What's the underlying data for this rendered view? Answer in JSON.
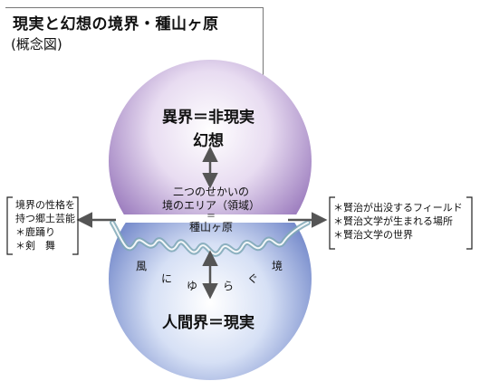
{
  "header": {
    "title": "現実と幻想の境界・種山ヶ原",
    "subtitle": "(概念図)"
  },
  "diagram": {
    "upper_sphere": {
      "name": "異界＝非現実",
      "sub": "幻想",
      "color": "#9b7fbf"
    },
    "lower_sphere": {
      "name": "人間界＝現実",
      "color": "#6f86c9"
    },
    "boundary": {
      "line1": "二つのせかいの",
      "line2": "境のエリア（領域）",
      "eq": "＝",
      "line3": "種山ヶ原"
    },
    "wind_chars": [
      "風",
      "に",
      "ゆ",
      "ら",
      "ぐ",
      "境"
    ],
    "left_box": {
      "lines": [
        "境界の性格を",
        "持つ郷土芸能",
        "＊鹿踊り",
        "＊剣　舞"
      ]
    },
    "right_box": {
      "lines": [
        "＊賢治が出没するフィールド",
        "＊賢治文学が生まれる場所",
        "＊賢治文学の世界"
      ]
    },
    "wave_color": "#5a8a9a",
    "arrow_color": "#555555"
  }
}
